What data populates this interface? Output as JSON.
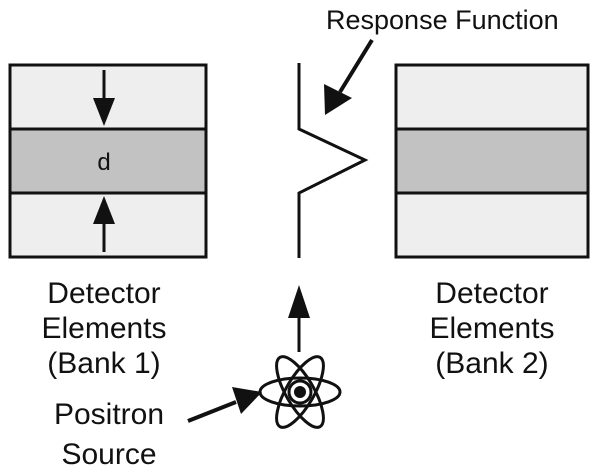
{
  "diagram": {
    "response_function_label": "Response Function",
    "d_label": "d",
    "bank1": {
      "line1": "Detector",
      "line2": "Elements",
      "line3": "(Bank 1)"
    },
    "bank2": {
      "line1": "Detector",
      "line2": "Elements",
      "line3": "(Bank 2)"
    },
    "source": {
      "line1": "Positron",
      "line2": "Source"
    }
  },
  "colors": {
    "light_panel": "#eeeeee",
    "dark_band": "#c2c2c2",
    "stroke": "#111111"
  }
}
